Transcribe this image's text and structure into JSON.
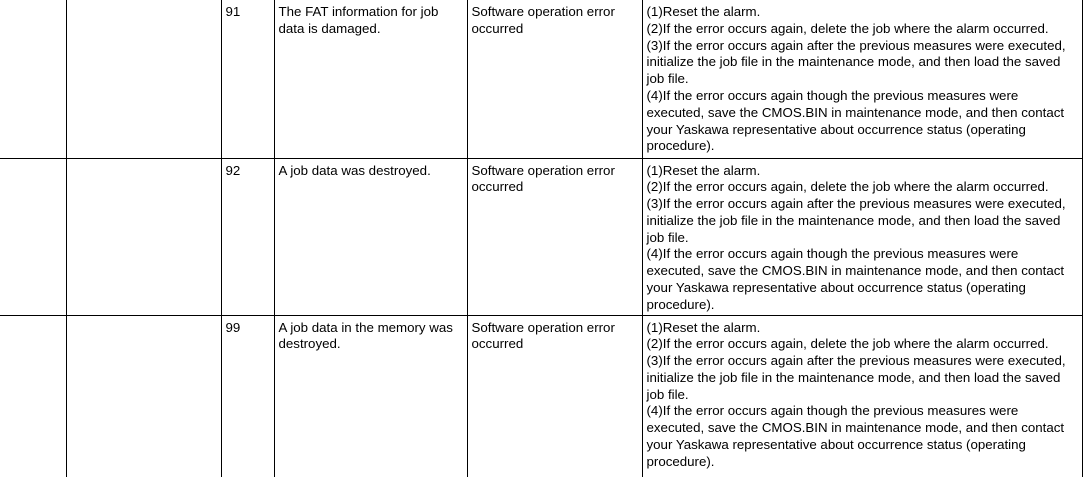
{
  "rows": [
    {
      "sub_code": "91",
      "meaning": "The FAT information for job data is damaged.",
      "cause": "Software operation error occurred",
      "measures": [
        "(1)Reset the alarm.",
        "(2)If the error occurs again, delete the job where the alarm occurred.",
        "(3)If the error occurs again after the previous measures were executed, initialize the job file in the maintenance mode, and then load the saved job file.",
        "(4)If the error occurs again though the previous measures were executed, save the CMOS.BIN in maintenance mode, and then contact your Yaskawa representative about occurrence status (operating procedure)."
      ]
    },
    {
      "sub_code": "92",
      "meaning": "A job data was destroyed.",
      "cause": "Software operation error occurred",
      "measures": [
        "(1)Reset the alarm.",
        "(2)If the error occurs again, delete the job where the alarm occurred.",
        "(3)If the error occurs again after the previous measures were executed, initialize the job file in the maintenance mode, and then load the saved job file.",
        "(4)If the error occurs again though the previous measures were executed, save the CMOS.BIN in maintenance mode, and then contact your Yaskawa representative about occurrence status (operating procedure)."
      ]
    },
    {
      "sub_code": "99",
      "meaning": "A job data in the memory was destroyed.",
      "cause": "Software operation error occurred",
      "measures": [
        "(1)Reset the alarm.",
        "(2)If the error occurs again, delete the job where the alarm occurred.",
        "(3)If the error occurs again after the previous measures were executed, initialize the job file in the maintenance mode, and then load the saved job file.",
        "(4)If the error occurs again though the previous measures were executed, save the CMOS.BIN in maintenance mode, and then contact your Yaskawa representative about occurrence status (operating procedure)."
      ]
    }
  ]
}
